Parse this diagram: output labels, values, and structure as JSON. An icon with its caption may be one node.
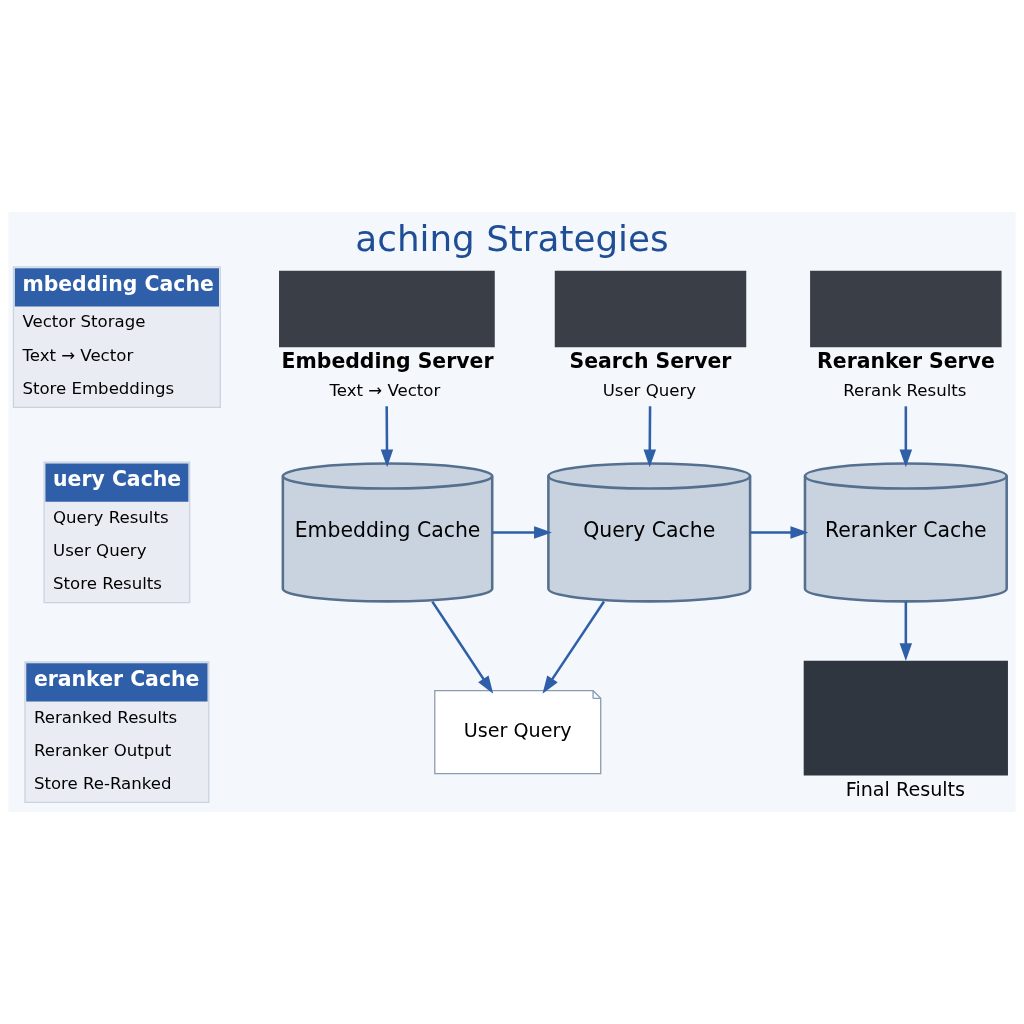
{
  "diagram": {
    "title": "aching Strategies",
    "nodes": [
      {
        "text": [
          "mbedding Cache",
          "Vector Storage",
          "Text → Vector",
          "Store Embeddings"
        ]
      },
      {
        "text": [
          "uery Cache",
          "Query Results",
          "User Query",
          "Store Results"
        ]
      },
      {
        "text": [
          "eranker Cache",
          "Reranked Results",
          "Reranker Output",
          "Store Re-Ranked"
        ]
      },
      {
        "text": [
          "Embedding Server",
          "Text → Vector"
        ]
      },
      {
        "text": [
          "Search Server",
          "User Query"
        ]
      },
      {
        "text": [
          "Reranker Serve",
          "Rerank Results"
        ]
      },
      {
        "text": [
          "Embedding Cache"
        ]
      },
      {
        "text": [
          "Query Cache"
        ]
      },
      {
        "text": [
          "Reranker Cache"
        ]
      },
      {
        "text": [
          "User Query"
        ]
      },
      {
        "text": [
          "Final Results"
        ]
      }
    ],
    "edges": [
      {
        "from": 3,
        "to": 6,
        "arrow": "to"
      },
      {
        "from": 4,
        "to": 7,
        "arrow": "to"
      },
      {
        "from": 5,
        "to": 8,
        "arrow": "to"
      },
      {
        "from": 6,
        "to": 7,
        "arrow": "to"
      },
      {
        "from": 7,
        "to": 8,
        "arrow": "to"
      },
      {
        "from": 6,
        "to": 9,
        "arrow": "to"
      },
      {
        "from": 7,
        "to": 9,
        "arrow": "to"
      },
      {
        "from": 8,
        "to": 10,
        "arrow": "to"
      }
    ]
  }
}
